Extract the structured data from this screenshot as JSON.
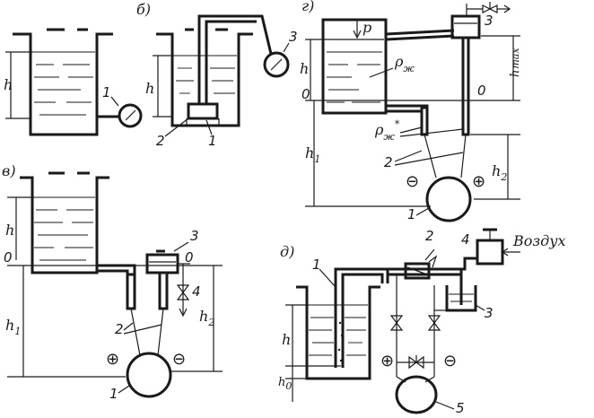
{
  "figures": {
    "a": {
      "h": "h",
      "gauge": "1"
    },
    "b": {
      "letter": "б)",
      "h": "h",
      "sensor": "2",
      "box": "1",
      "gauge": "3"
    },
    "c": {
      "letter": "в)",
      "h": "h",
      "zero": "0",
      "zero_right": "0",
      "h1": "h",
      "h1_sub": "1",
      "h2": "h",
      "h2_sub": "2",
      "unit": "3",
      "valve": "4",
      "tubes": "2",
      "plus": "⊕",
      "minus": "⊖",
      "manometer": "1"
    },
    "d": {
      "letter": "г)",
      "pressure": "p",
      "unit": "3",
      "h": "h",
      "zero": "0",
      "zero_right": "0",
      "rho_liquid": "ρ",
      "rho_liquid_sub": "ж",
      "rho_star": "ρ",
      "rho_star_sub": "ж",
      "rho_star_sup": "*",
      "h_max": "h",
      "h_max_sub": "max",
      "h1": "h",
      "h1_sub": "1",
      "h2": "h",
      "h2_sub": "2",
      "tubes": "2",
      "minus": "⊖",
      "plus": "⊕",
      "manometer": "1"
    },
    "e": {
      "letter": "д)",
      "tube": "1",
      "throttle": "2",
      "filter": "4",
      "air": "Воздух",
      "bubbler": "3",
      "h": "h",
      "h0": "h",
      "h0_sub": "0",
      "plus": "⊕",
      "minus": "⊖",
      "manometer": "5"
    }
  }
}
